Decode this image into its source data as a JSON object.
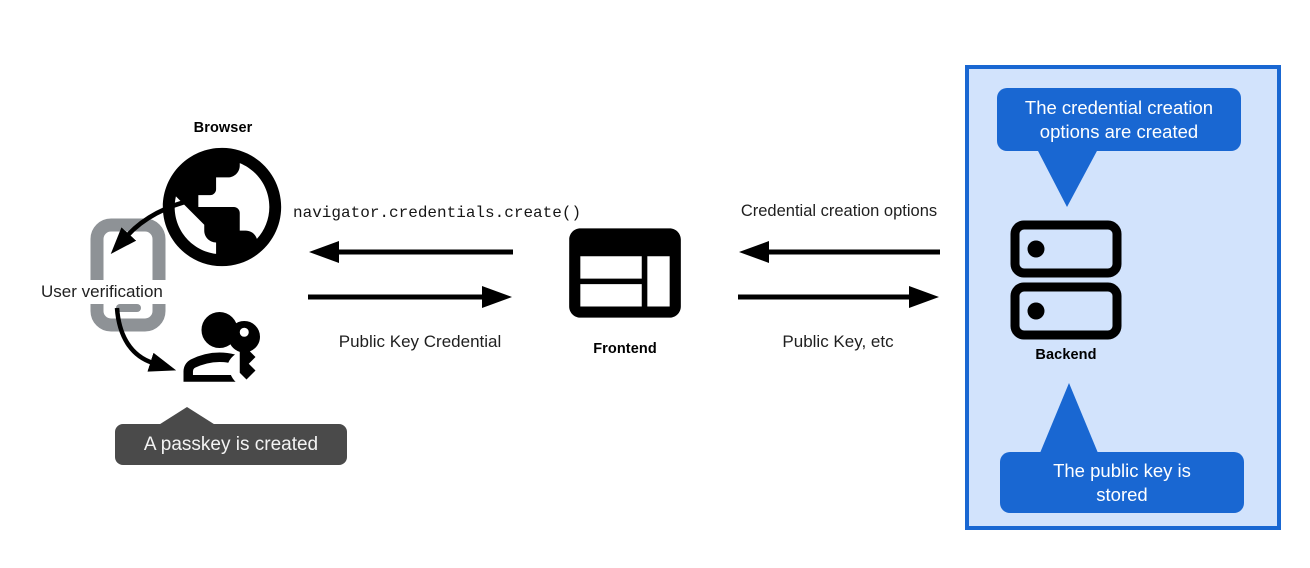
{
  "colors": {
    "bubble_blue": "#1967D2",
    "panel_fill": "#D2E3FC",
    "panel_border": "#1967D2",
    "tooltip_dark": "#4A4A4A",
    "phone_gray": "#8E9296",
    "ink": "#000000"
  },
  "left_group": {
    "browser_label": "Browser",
    "user_verification_label": "User verification",
    "passkey_tooltip": "A passkey is created",
    "icons": {
      "globe": "globe-browser-icon",
      "phone": "phone-icon",
      "person_key": "person-passkey-icon"
    }
  },
  "frontend_group": {
    "api_call_label": "navigator.credentials.create()",
    "public_key_credential_label": "Public Key Credential",
    "frontend_label": "Frontend",
    "icon": "browser-window-icon"
  },
  "backend_group": {
    "credential_creation_options_label": "Credential creation options",
    "public_key_etc_label": "Public Key, etc",
    "backend_label": "Backend",
    "creation_options_tooltip": "The credential creation options are created",
    "public_key_stored_tooltip": "The public key is stored",
    "icon": "server-icon"
  }
}
